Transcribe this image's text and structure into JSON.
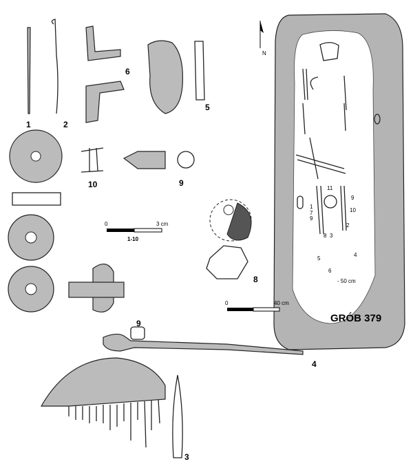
{
  "plate": {
    "title": "GRÓB 379",
    "north_label": "N",
    "artifact_labels": {
      "pin_1": "1",
      "pin_2": "2",
      "object_6": "6",
      "plate_5": "5",
      "clasp_10": "10",
      "bead_9_top": "9",
      "spindle_8": "8",
      "button_9": "9",
      "rod_4": "4",
      "comb_3": "3"
    },
    "scale_small": {
      "start": "0",
      "end": "3 cm",
      "range": "1-10"
    },
    "scale_large": {
      "start": "0",
      "end": "40 cm"
    },
    "grave_plan": {
      "labels": [
        "11",
        "9",
        "1",
        "10",
        "7",
        "9",
        "2",
        "8",
        "3",
        "5",
        "4",
        "6"
      ],
      "depth": "- 50 cm"
    },
    "colors": {
      "grave_fill": "#b4b4b4",
      "ink": "#222222"
    }
  }
}
